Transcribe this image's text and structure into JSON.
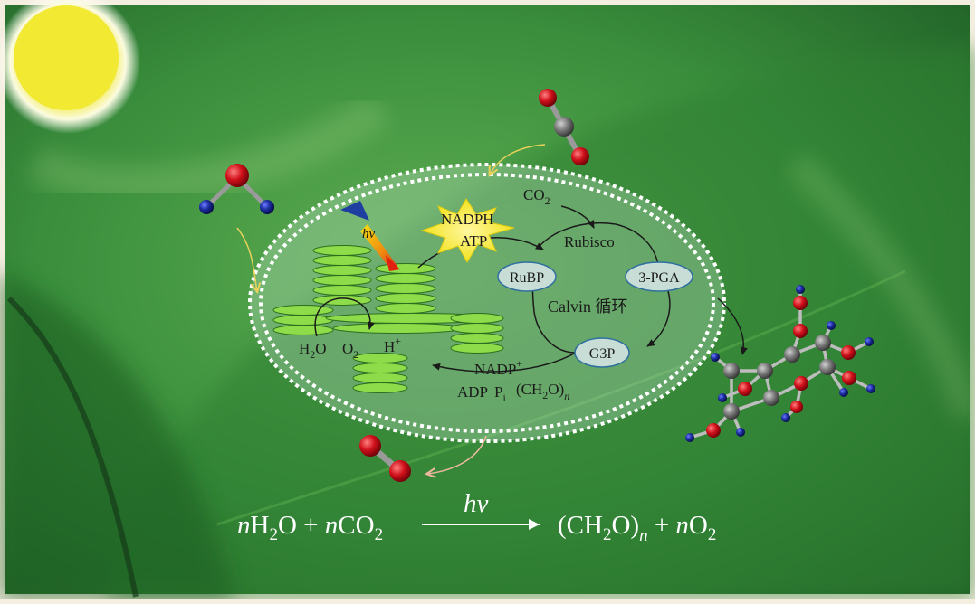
{
  "labels": {
    "h2o_base": "H",
    "h2o_sub": "2",
    "h2o_end": "O",
    "o2_base": "O",
    "o2_sub": "2",
    "h_base": "H",
    "h_sup": "+",
    "hv": "hν",
    "nadph": "NADPH",
    "atp": "ATP",
    "co2_base": "CO",
    "co2_sub": "2",
    "rubisco": "Rubisco",
    "rubp": "RuBP",
    "pga": "3-PGA",
    "calvin": "Calvin 循环",
    "g3p": "G3P",
    "nadp_base": "NADP",
    "nadp_sup": "+",
    "adp": "ADP",
    "pi_base": "P",
    "pi_sub": "i",
    "ch2o_a": "(CH",
    "ch2o_sub": "2",
    "ch2o_b": "O)",
    "ch2o_n": "n"
  },
  "equation": {
    "n1": "n",
    "h2o": "H",
    "h2o_sub": "2",
    "h2o_end": "O + ",
    "n2": "n",
    "co2": "CO",
    "co2_sub": "2",
    "hv": "hν",
    "prod_a": "(CH",
    "prod_sub": "2",
    "prod_b": "O)",
    "prod_n": "n",
    "plus": " + ",
    "n3": "n",
    "o2": "O",
    "o2_sub": "2"
  },
  "colors": {
    "oxygen_atom": "#d0101a",
    "carbon_atom": "#7a7a7a",
    "hydrogen_atom": "#1a2a9a",
    "thylakoid": "#8fdc4a",
    "oval_fill": "#b8dcc0",
    "sun": "#f0e830"
  }
}
